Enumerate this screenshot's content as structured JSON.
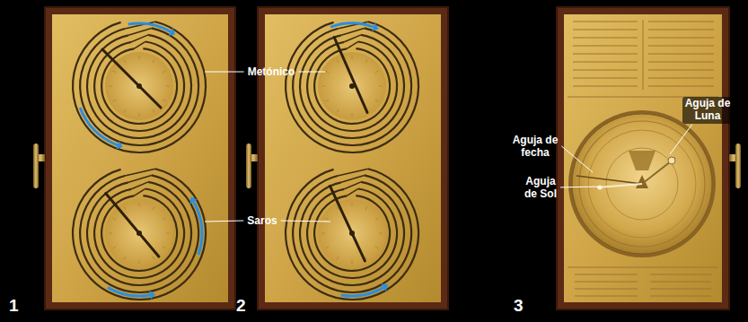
{
  "diagram": {
    "labels": [
      "Metónico",
      "Saros",
      "Aguja de Luna",
      "Aguja de fecha",
      "Aguja de Sol",
      "1",
      "2",
      "3"
    ]
  }
}
